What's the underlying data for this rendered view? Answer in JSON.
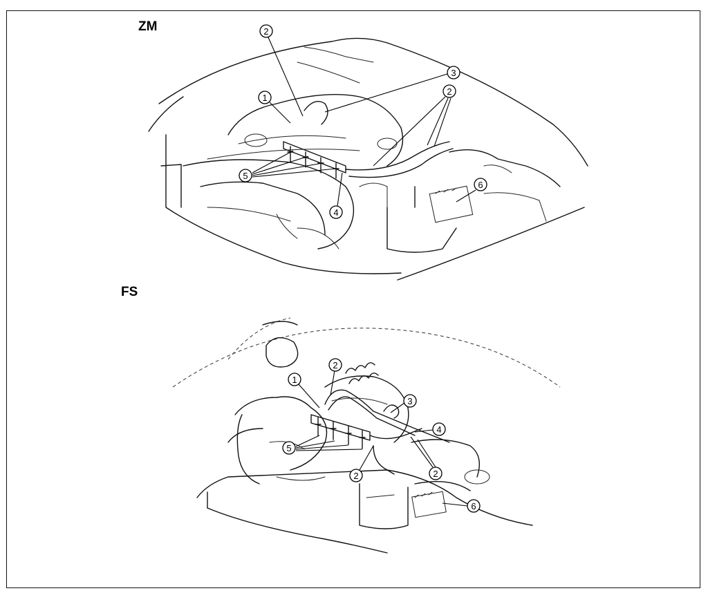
{
  "sections": [
    {
      "label": "ZM"
    },
    {
      "label": "FS"
    }
  ],
  "callouts": {
    "zm": [
      "2",
      "1",
      "3",
      "2",
      "5",
      "4",
      "6"
    ],
    "fs": [
      "2",
      "1",
      "3",
      "4",
      "5",
      "2",
      "2",
      "6"
    ]
  }
}
